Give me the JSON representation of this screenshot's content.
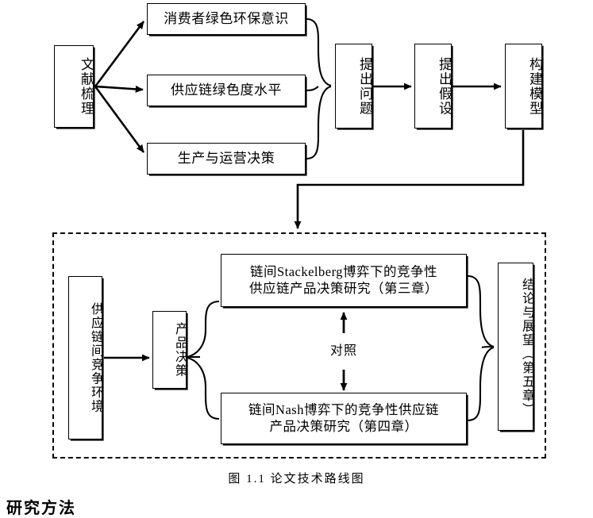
{
  "figure": {
    "caption": "图 1.1  论文技术路线图",
    "trailing_text": "研究方法"
  },
  "top_flow": {
    "source": {
      "label": "文献梳理"
    },
    "branches": [
      {
        "label": "消费者绿色环保意识"
      },
      {
        "label": "供应链绿色度水平"
      },
      {
        "label": "生产与运营决策"
      }
    ],
    "stages": [
      {
        "label": "提出问题"
      },
      {
        "label": "提出假设"
      },
      {
        "label": "构建模型"
      }
    ]
  },
  "research_region": {
    "environment": {
      "label": "供应链间竞争环境"
    },
    "decision": {
      "label": "产品决策"
    },
    "studies": [
      {
        "line1": "链间Stackelberg博弈下的竞争性",
        "line2": "供应链产品决策研究（第三章）"
      },
      {
        "line1": "链间Nash博弈下的竞争性供应链",
        "line2": "产品决策研究（第四章）"
      }
    ],
    "comparison_label": "对照",
    "conclusion": {
      "label": "结论与展望（第五章）"
    }
  },
  "colors": {
    "stroke": "#000000",
    "background": "#ffffff",
    "dashed": "#000000"
  }
}
